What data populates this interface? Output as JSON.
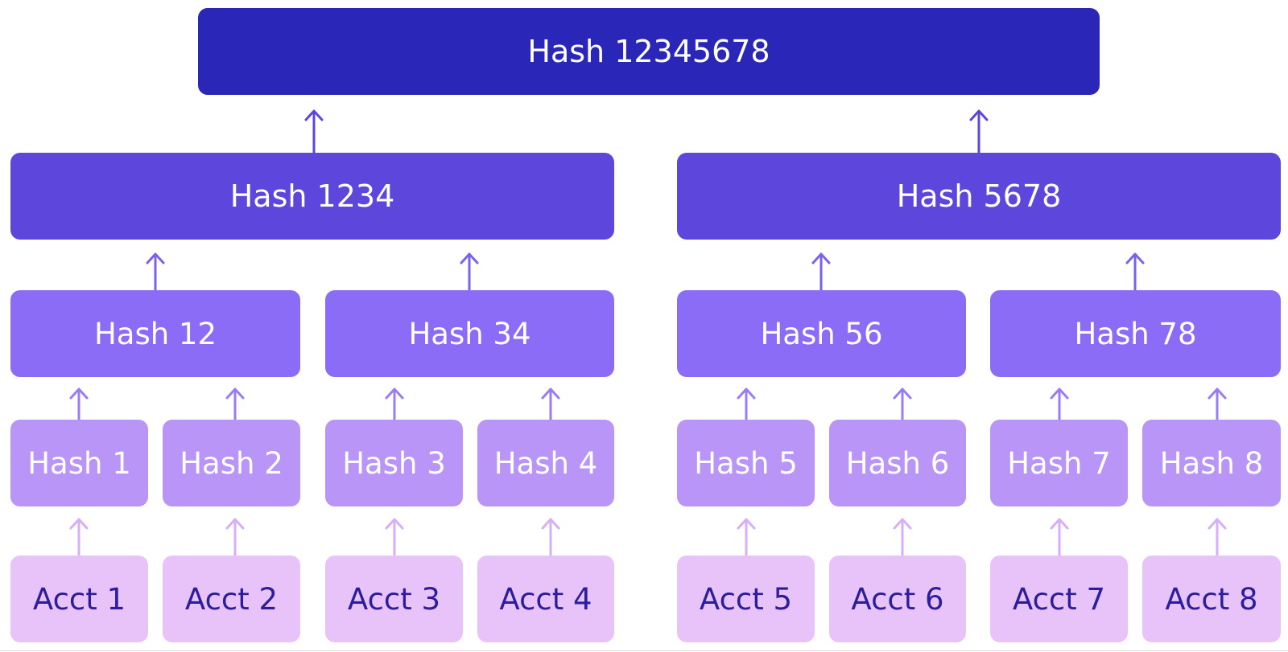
{
  "tree": {
    "root": {
      "label": "Hash 12345678"
    },
    "level2": [
      {
        "label": "Hash 1234"
      },
      {
        "label": "Hash 5678"
      }
    ],
    "level3": [
      {
        "label": "Hash 12"
      },
      {
        "label": "Hash 34"
      },
      {
        "label": "Hash 56"
      },
      {
        "label": "Hash 78"
      }
    ],
    "level4": [
      {
        "label": "Hash 1"
      },
      {
        "label": "Hash 2"
      },
      {
        "label": "Hash 3"
      },
      {
        "label": "Hash 4"
      },
      {
        "label": "Hash 5"
      },
      {
        "label": "Hash 6"
      },
      {
        "label": "Hash 7"
      },
      {
        "label": "Hash 8"
      }
    ],
    "accounts": [
      {
        "label": "Acct 1"
      },
      {
        "label": "Acct 2"
      },
      {
        "label": "Acct 3"
      },
      {
        "label": "Acct 4"
      },
      {
        "label": "Acct 5"
      },
      {
        "label": "Acct 6"
      },
      {
        "label": "Acct 7"
      },
      {
        "label": "Acct 8"
      }
    ]
  },
  "colors": {
    "root": "#2a26b8",
    "level2": "#5d46dc",
    "level3": "#8a6cf6",
    "level4": "#b895f6",
    "accounts": "#e8c3fa",
    "account_text": "#2b1d9c"
  }
}
